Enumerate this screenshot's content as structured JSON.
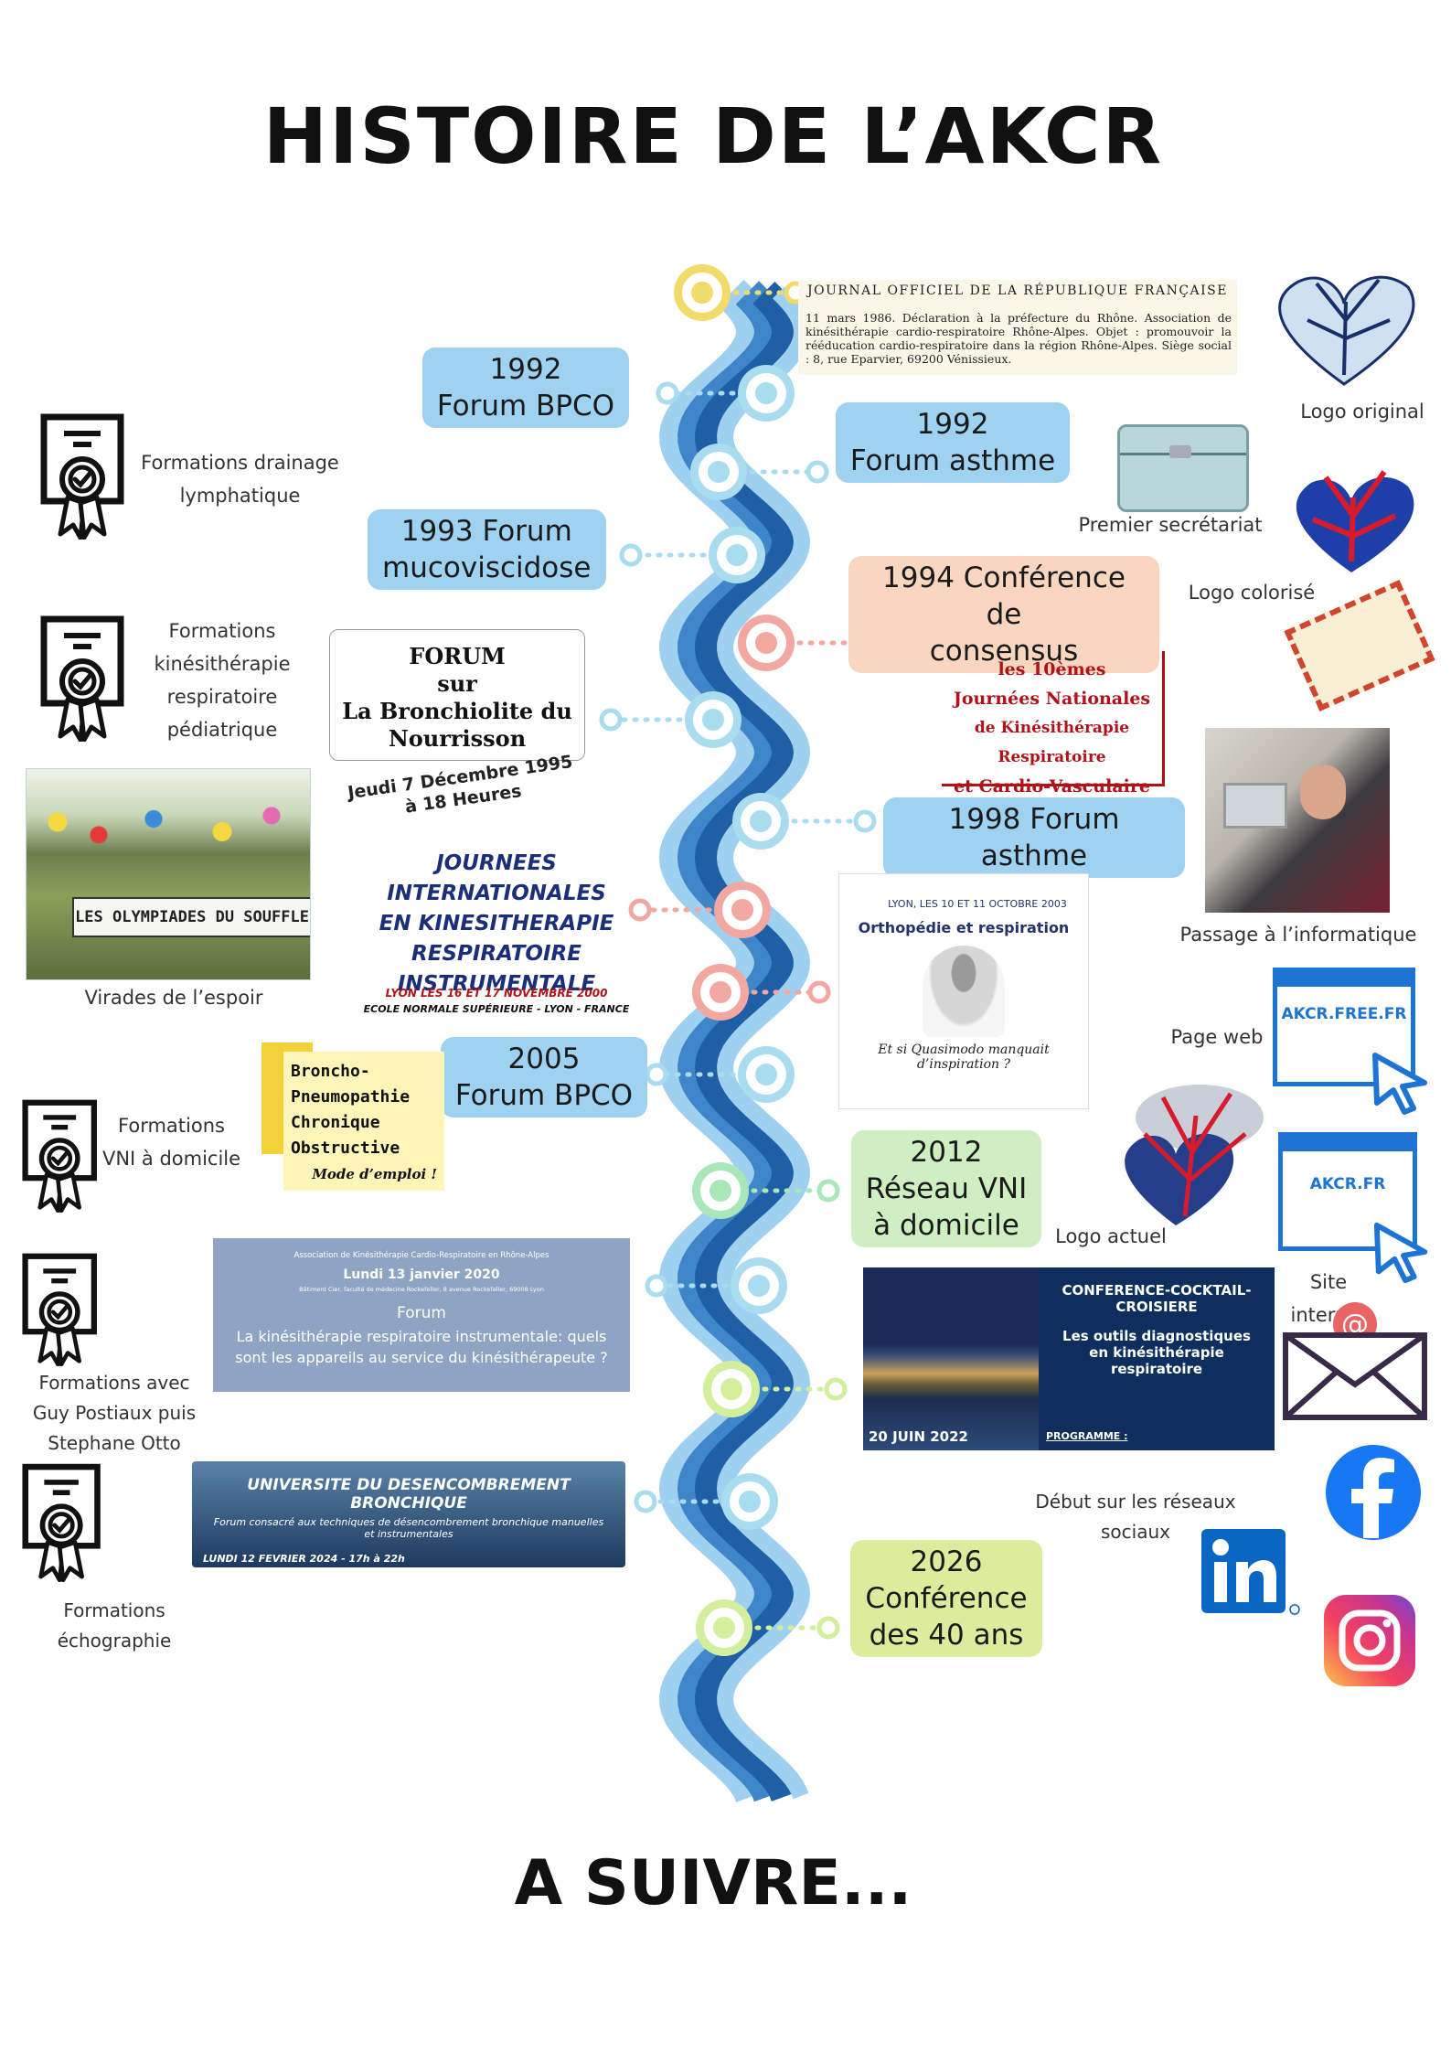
{
  "title": "HISTOIRE DE L’AKCR",
  "footer": "A SUIVRE...",
  "timeline_events": {
    "e1992_bpco": [
      "1992",
      "Forum BPCO"
    ],
    "e1992_asthme": [
      "1992",
      "Forum asthme"
    ],
    "e1993": [
      "1993 Forum",
      "mucoviscidose"
    ],
    "e1994": [
      "1994 Conférence de",
      "consensus"
    ],
    "e1998": "1998 Forum asthme",
    "e2005": [
      "2005",
      "Forum BPCO"
    ],
    "e2012": [
      "2012",
      "Réseau VNI",
      "à domicile"
    ],
    "e2026": [
      "2026",
      "Conférence",
      "des 40 ans"
    ]
  },
  "journal": {
    "header": "JOURNAL OFFICIEL DE LA RÉPUBLIQUE FRANÇAISE",
    "body": "11 mars 1986. Déclaration à la préfecture du Rhône. Association de kinésithérapie cardio-respiratoire Rhône-Alpes. Objet : promouvoir la rééducation cardio-respiratoire dans la région Rhône-Alpes. Siège social : 8, rue Eparvier, 69200 Vénissieux."
  },
  "left_labels": {
    "drainage": [
      "Formations drainage",
      "lymphatique"
    ],
    "pediatrique": [
      "Formations",
      "kinésithérapie",
      "respiratoire",
      "pédiatrique"
    ],
    "virades": "Virades de l’espoir",
    "vni": [
      "Formations",
      "VNI à domicile"
    ],
    "postiaux": [
      "Formations avec",
      "Guy Postiaux puis",
      "Stephane Otto"
    ],
    "echographie": [
      "Formations",
      "échographie"
    ]
  },
  "right_labels": {
    "logo_original": "Logo original",
    "premier_secretariat": "Premier secrétariat",
    "logo_colorise": "Logo colorisé",
    "passage_informatique": "Passage à l’informatique",
    "page_web": "Page web",
    "logo_actuel": "Logo actuel",
    "site_internet": "Site internet",
    "reseaux": [
      "Début sur les réseaux",
      "sociaux"
    ]
  },
  "web": {
    "akcr_free": "AKCR.FREE.FR",
    "akcr_fr": "AKCR.FR"
  },
  "images": {
    "forum_bronchiolite": [
      "FORUM",
      "sur",
      "La Bronchiolite du",
      "Nourrisson"
    ],
    "forum_bronchiolite_date": [
      "Jeudi 7 Décembre 1995",
      "à 18 Heures"
    ],
    "journees_nationales": [
      "les 10èmes",
      "Journées Nationales",
      "de Kinésithérapie Respiratoire",
      "et Cardio-Vasculaire"
    ],
    "olympiades": "LES OLYMPIADES DU SOUFFLE",
    "journees_internationales": [
      "JOURNEES INTERNATIONALES",
      "EN KINESITHERAPIE",
      "RESPIRATOIRE",
      "INSTRUMENTALE"
    ],
    "journees_internationales_date": [
      "LYON LES 16 ET 17 NOVEMBRE 2000",
      "ECOLE NORMALE SUPÉRIEURE - LYON - FRANCE"
    ],
    "orthopedie": [
      "LYON, LES 10 ET 11 OCTOBRE 2003",
      "Orthopédie et respiration",
      "Et si Quasimodo manquait",
      "d’inspiration ?"
    ],
    "bpco_mode": [
      "Broncho-",
      "Pneumopathie",
      "Chronique",
      "Obstructive",
      "Mode d’emploi !"
    ],
    "forum_2020": [
      "Association de Kinésithérapie Cardio-Respiratoire en Rhône-Alpes",
      "Lundi 13 janvier 2020",
      "Bâtiment Cier, faculté de médecine Rockefeller, 8 avenue Rockefeller, 69008 Lyon",
      "Forum",
      "La kinésithérapie respiratoire instrumentale: quels",
      "sont les appareils au service du kinésithérapeute ?"
    ],
    "conference_croisiere": [
      "CONFERENCE-COCKTAIL-",
      "CROISIERE",
      "Les outils diagnostiques",
      "en kinésithérapie",
      "respiratoire",
      "20 JUIN 2022",
      "PROGRAMME :"
    ],
    "universite": [
      "UNIVERSITE DU DESENCOMBREMENT BRONCHIQUE",
      "Forum consacré aux techniques de désencombrement bronchique manuelles",
      "et instrumentales",
      "LUNDI 12 FEVRIER 2024 - 17h à 22h"
    ]
  },
  "colors": {
    "wave_dark": "#1e5fa6",
    "wave_mid": "#3f86c8",
    "wave_light": "#9fd0f0",
    "node_blue": "#a9dcef",
    "node_peach": "#f2a8a0",
    "node_green": "#a9e7b8",
    "node_lime": "#d3ee9c",
    "node_gold": "#f3da6c"
  }
}
